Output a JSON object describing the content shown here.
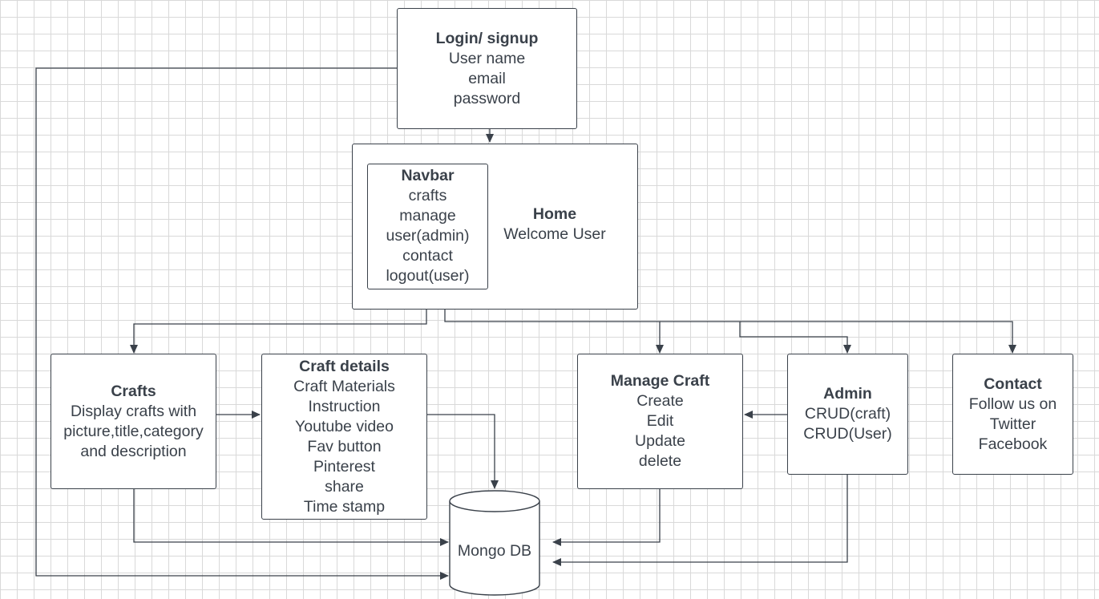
{
  "login": {
    "title": "Login/ signup",
    "lines": [
      "User name",
      "email",
      "password"
    ]
  },
  "home": {
    "title": "Home",
    "subtitle": "Welcome User"
  },
  "navbar": {
    "title": "Navbar",
    "items": [
      "crafts",
      "manage",
      "user(admin)",
      "contact",
      "logout(user)"
    ]
  },
  "crafts": {
    "title": "Crafts",
    "lines": [
      "Display crafts with",
      "picture,title,category",
      "and description"
    ]
  },
  "craft_details": {
    "title": "Craft details",
    "lines": [
      "Craft Materials",
      "Instruction",
      "Youtube video",
      "Fav button",
      "Pinterest",
      "share",
      "Time stamp"
    ]
  },
  "manage_craft": {
    "title": "Manage Craft",
    "lines": [
      "Create",
      "Edit",
      "Update",
      "delete"
    ]
  },
  "admin": {
    "title": "Admin",
    "lines": [
      "CRUD(craft)",
      "CRUD(User)"
    ]
  },
  "contact": {
    "title": "Contact",
    "lines": [
      "Follow us on",
      "Twitter",
      "Facebook"
    ]
  },
  "database": {
    "label": "Mongo DB"
  },
  "colors": {
    "line": "#3a414a",
    "grid": "#d9d9d9",
    "background": "#ffffff"
  }
}
